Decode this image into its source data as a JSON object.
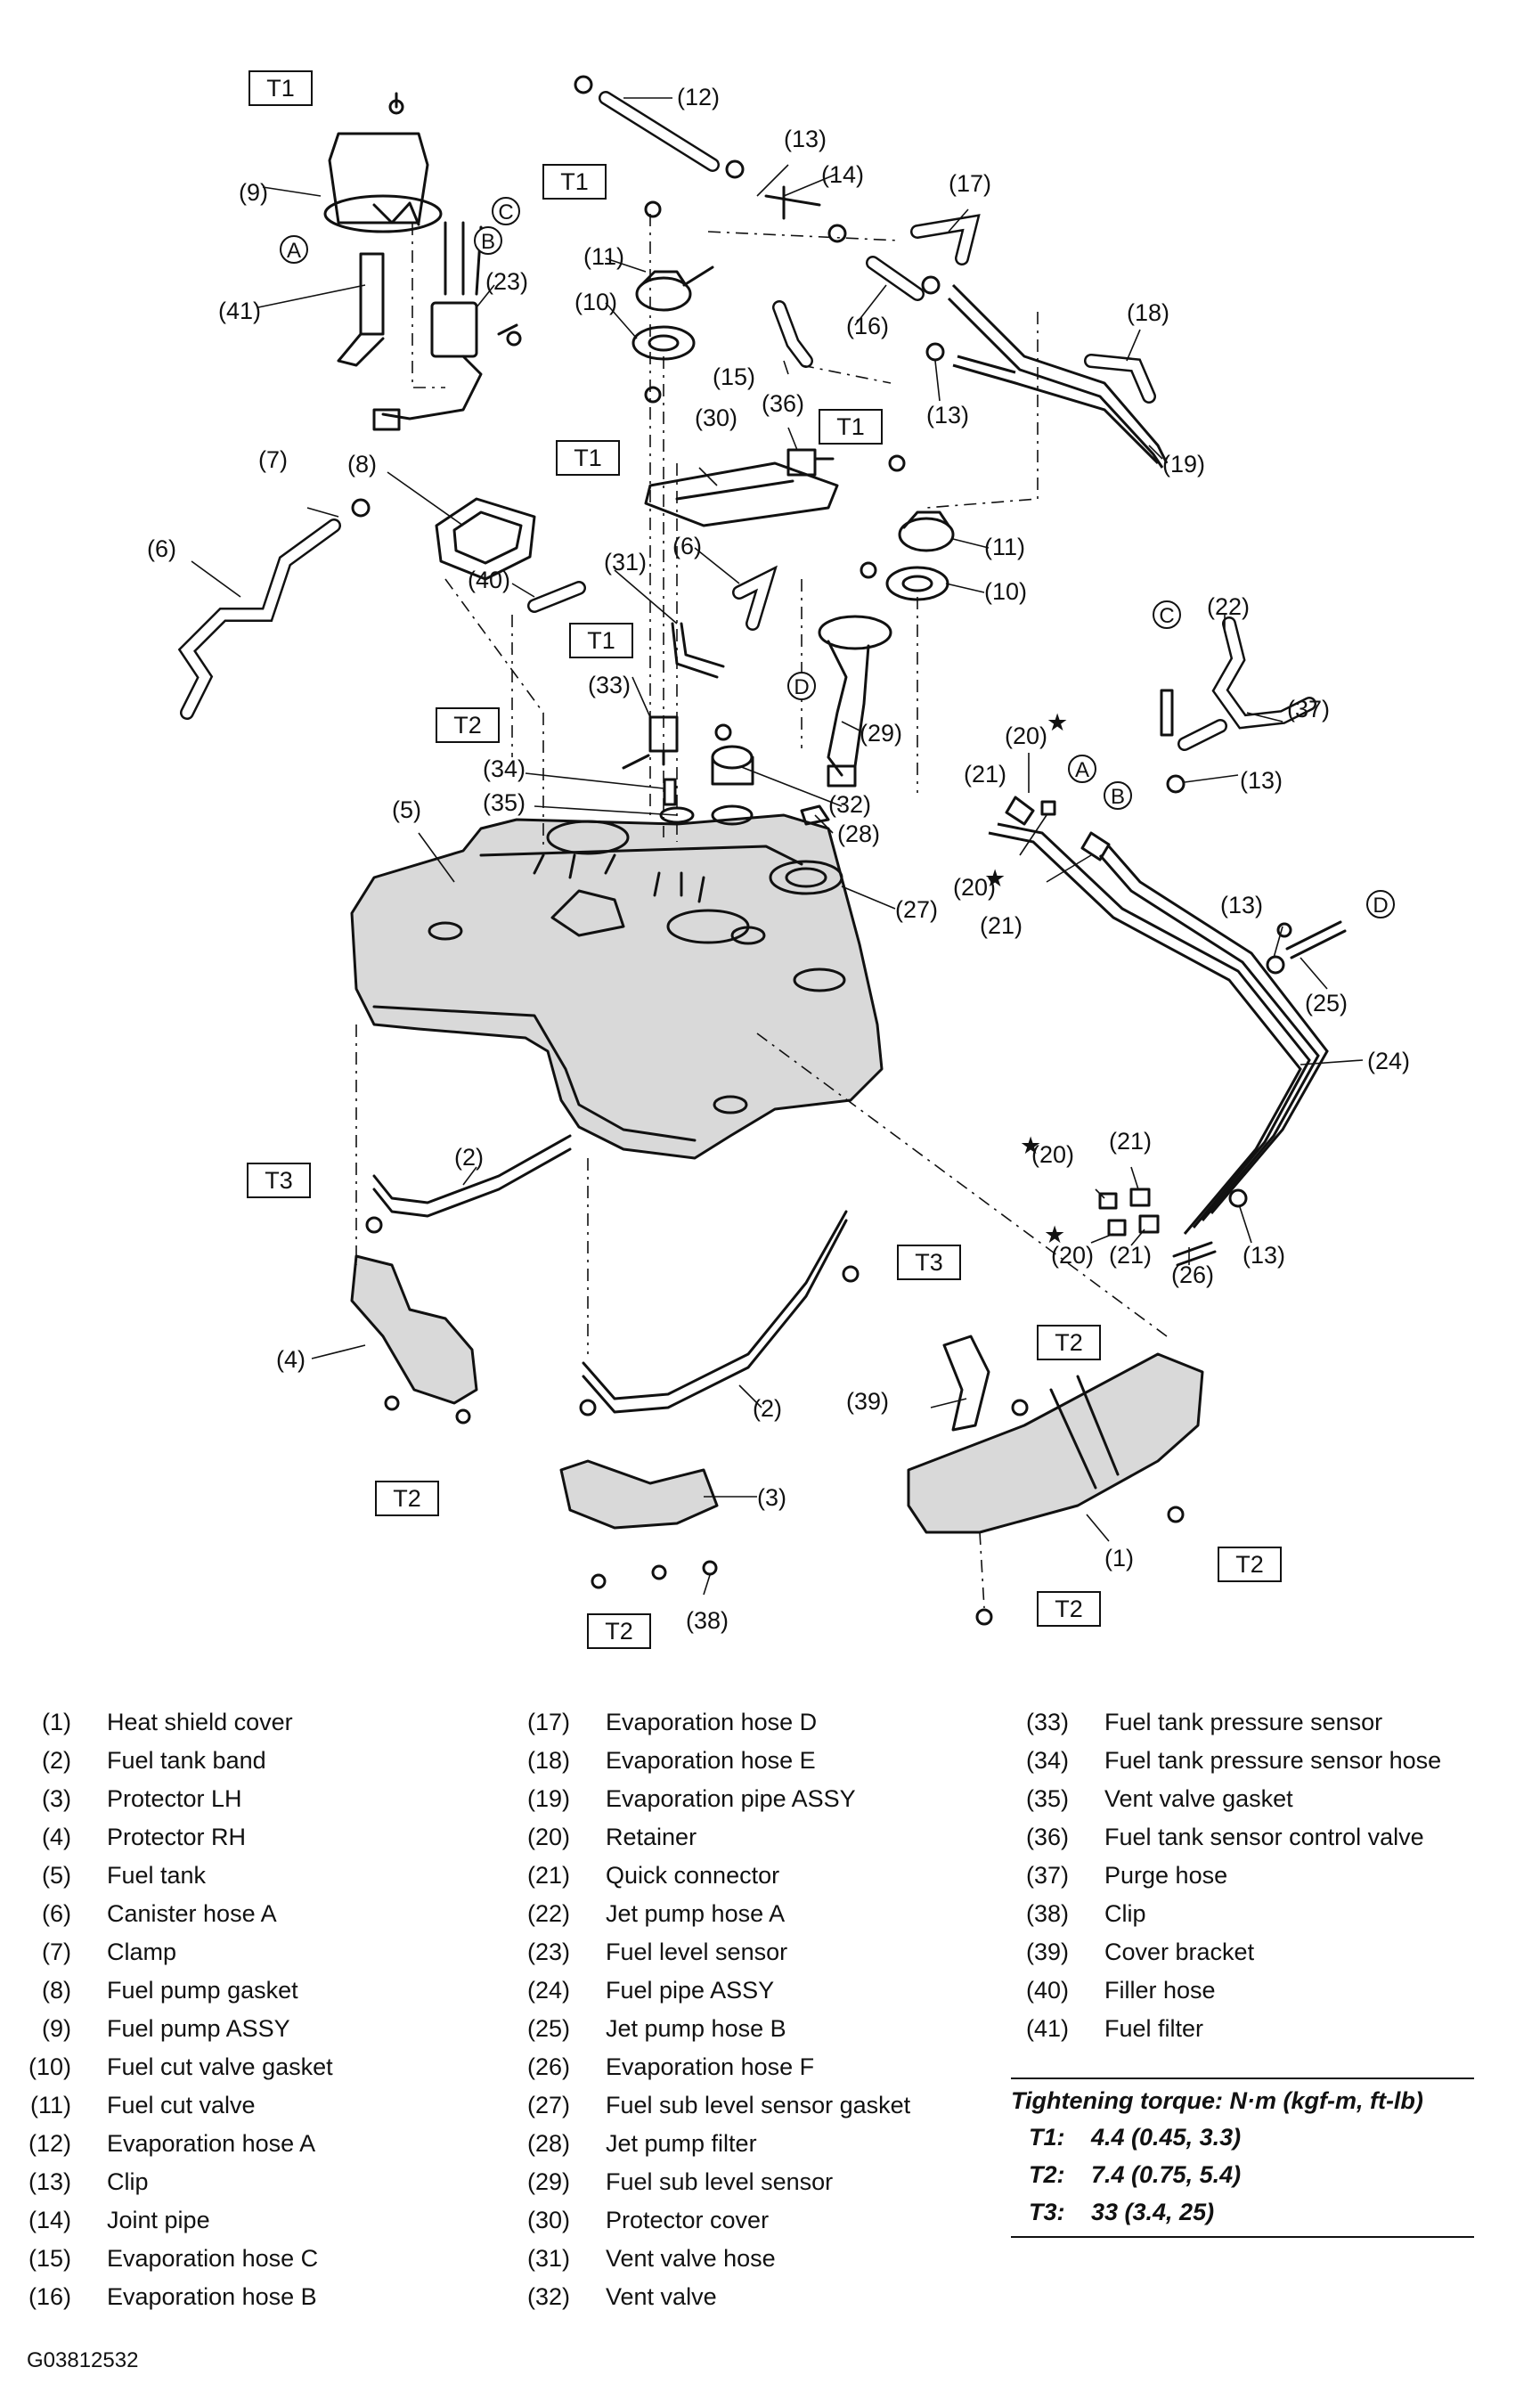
{
  "callouts": {
    "c1": "(1)",
    "c2": "(2)",
    "c3": "(3)",
    "c4": "(4)",
    "c5": "(5)",
    "c6": "(6)",
    "c7": "(7)",
    "c8": "(8)",
    "c9": "(9)",
    "c10": "(10)",
    "c11": "(11)",
    "c12": "(12)",
    "c13": "(13)",
    "c14": "(14)",
    "c15": "(15)",
    "c16": "(16)",
    "c17": "(17)",
    "c18": "(18)",
    "c19": "(19)",
    "c20": "(20)",
    "c21": "(21)",
    "c22": "(22)",
    "c23": "(23)",
    "c24": "(24)",
    "c25": "(25)",
    "c26": "(26)",
    "c27": "(27)",
    "c28": "(28)",
    "c29": "(29)",
    "c30": "(30)",
    "c31": "(31)",
    "c32": "(32)",
    "c33": "(33)",
    "c34": "(34)",
    "c35": "(35)",
    "c36": "(36)",
    "c37": "(37)",
    "c38": "(38)",
    "c39": "(39)",
    "c40": "(40)",
    "c41": "(41)"
  },
  "torque_marks": {
    "t1": "T1",
    "t2": "T2",
    "t3": "T3"
  },
  "connection_marks": {
    "a": "A",
    "b": "B",
    "c": "C",
    "d": "D"
  },
  "retainer_mark": "★",
  "legend": [
    {
      "num": "(1)",
      "name": "Heat shield cover"
    },
    {
      "num": "(2)",
      "name": "Fuel tank band"
    },
    {
      "num": "(3)",
      "name": "Protector LH"
    },
    {
      "num": "(4)",
      "name": "Protector RH"
    },
    {
      "num": "(5)",
      "name": "Fuel tank"
    },
    {
      "num": "(6)",
      "name": "Canister hose A"
    },
    {
      "num": "(7)",
      "name": "Clamp"
    },
    {
      "num": "(8)",
      "name": "Fuel pump gasket"
    },
    {
      "num": "(9)",
      "name": "Fuel pump ASSY"
    },
    {
      "num": "(10)",
      "name": "Fuel cut valve gasket"
    },
    {
      "num": "(11)",
      "name": "Fuel cut valve"
    },
    {
      "num": "(12)",
      "name": "Evaporation hose A"
    },
    {
      "num": "(13)",
      "name": "Clip"
    },
    {
      "num": "(14)",
      "name": "Joint pipe"
    },
    {
      "num": "(15)",
      "name": "Evaporation hose C"
    },
    {
      "num": "(16)",
      "name": "Evaporation hose B"
    },
    {
      "num": "(17)",
      "name": "Evaporation hose D"
    },
    {
      "num": "(18)",
      "name": "Evaporation hose E"
    },
    {
      "num": "(19)",
      "name": "Evaporation pipe ASSY"
    },
    {
      "num": "(20)",
      "name": "Retainer"
    },
    {
      "num": "(21)",
      "name": "Quick connector"
    },
    {
      "num": "(22)",
      "name": "Jet pump hose A"
    },
    {
      "num": "(23)",
      "name": "Fuel level sensor"
    },
    {
      "num": "(24)",
      "name": "Fuel pipe ASSY"
    },
    {
      "num": "(25)",
      "name": "Jet pump hose B"
    },
    {
      "num": "(26)",
      "name": "Evaporation hose F"
    },
    {
      "num": "(27)",
      "name": "Fuel sub level sensor gasket"
    },
    {
      "num": "(28)",
      "name": "Jet pump filter"
    },
    {
      "num": "(29)",
      "name": "Fuel sub level sensor"
    },
    {
      "num": "(30)",
      "name": "Protector cover"
    },
    {
      "num": "(31)",
      "name": "Vent valve hose"
    },
    {
      "num": "(32)",
      "name": "Vent valve"
    },
    {
      "num": "(33)",
      "name": "Fuel tank pressure sensor"
    },
    {
      "num": "(34)",
      "name": "Fuel tank pressure sensor hose"
    },
    {
      "num": "(35)",
      "name": "Vent valve gasket"
    },
    {
      "num": "(36)",
      "name": "Fuel tank sensor control valve"
    },
    {
      "num": "(37)",
      "name": "Purge hose"
    },
    {
      "num": "(38)",
      "name": "Clip"
    },
    {
      "num": "(39)",
      "name": "Cover bracket"
    },
    {
      "num": "(40)",
      "name": "Filler hose"
    },
    {
      "num": "(41)",
      "name": "Fuel filter"
    }
  ],
  "torque_table": {
    "heading": "Tightening torque: N·m (kgf-m, ft-lb)",
    "rows": [
      {
        "key": "T1:",
        "value": "4.4 (0.45, 3.3)"
      },
      {
        "key": "T2:",
        "value": "7.4 (0.75, 5.4)"
      },
      {
        "key": "T3:",
        "value": "33 (3.4, 25)"
      }
    ]
  },
  "figure_code": "G03812532"
}
